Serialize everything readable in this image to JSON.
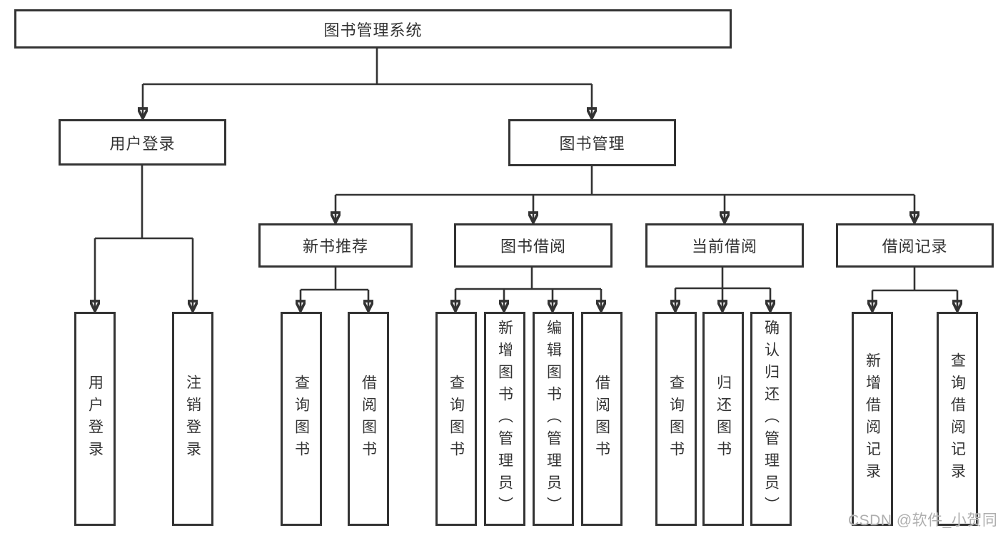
{
  "tree": {
    "root": {
      "label": "图书管理系统"
    },
    "branches": [
      {
        "label": "用户登录",
        "children": [
          {
            "label": "用户登录"
          },
          {
            "label": "注销登录"
          }
        ]
      },
      {
        "label": "图书管理",
        "sections": [
          {
            "label": "新书推荐",
            "children": [
              {
                "label": "查询图书"
              },
              {
                "label": "借阅图书"
              }
            ]
          },
          {
            "label": "图书借阅",
            "children": [
              {
                "label": "查询图书"
              },
              {
                "label": "新增图书（管理员）"
              },
              {
                "label": "编辑图书（管理员）"
              },
              {
                "label": "借阅图书"
              }
            ]
          },
          {
            "label": "当前借阅",
            "children": [
              {
                "label": "查询图书"
              },
              {
                "label": "归还图书"
              },
              {
                "label": "确认归还（管理员）"
              }
            ]
          },
          {
            "label": "借阅记录",
            "children": [
              {
                "label": "新增借阅记录"
              },
              {
                "label": "查询借阅记录"
              }
            ]
          }
        ]
      }
    ]
  },
  "watermark": {
    "text": "CSDN @软件_小贺同学"
  },
  "colors": {
    "line": "#333333",
    "border": "#333333",
    "text": "#333333",
    "background": "#ffffff",
    "watermark": "#aeaeae"
  }
}
